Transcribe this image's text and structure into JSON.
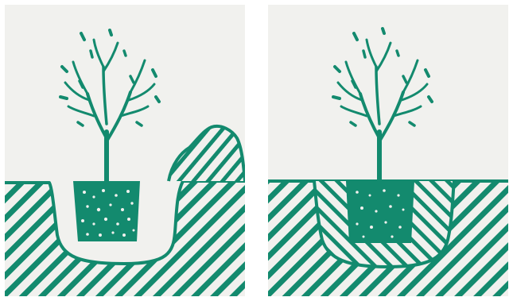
{
  "illustration": {
    "ink_color": "#138a6e",
    "paper_color": "#f1f1ee",
    "panels": [
      {
        "name": "before-backfill",
        "shows": [
          "tree",
          "container-root-ball",
          "planting-hole",
          "soil-spoil-mound"
        ]
      },
      {
        "name": "after-backfill",
        "shows": [
          "tree",
          "root-ball",
          "backfilled-hole"
        ]
      }
    ]
  }
}
